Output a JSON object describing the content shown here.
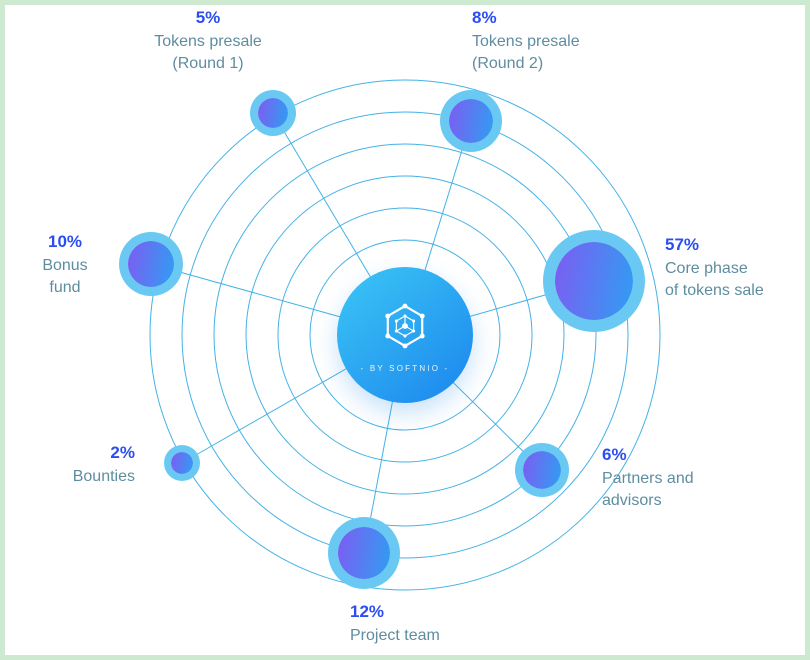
{
  "brand": {
    "byline": "- BY SOFTNIO -"
  },
  "colors": {
    "percent_text": "#2c4ef0",
    "label_text": "#5e8da0",
    "orbit_line": "#44b2e6",
    "node_halo": "#6ac9f3",
    "node_gradient_from": "#7d5cf2",
    "node_gradient_to": "#2f9ef2",
    "center_gradient_from": "#3cc7f5",
    "center_gradient_to": "#1b85ee",
    "frame": "#cde9cf"
  },
  "chart_data": {
    "type": "pie",
    "legend_position": "around-nodes",
    "segments": [
      {
        "value": 5,
        "pct": "5%",
        "label": "Tokens presale (Round 1)",
        "lines": [
          "Tokens presale",
          "(Round 1)"
        ]
      },
      {
        "value": 8,
        "pct": "8%",
        "label": "Tokens presale (Round 2)",
        "lines": [
          "Tokens presale",
          "(Round 2)"
        ]
      },
      {
        "value": 10,
        "pct": "10%",
        "label": "Bonus fund",
        "lines": [
          "Bonus",
          "fund"
        ]
      },
      {
        "value": 57,
        "pct": "57%",
        "label": "Core phase of tokens sale",
        "lines": [
          "Core phase",
          "of tokens sale"
        ]
      },
      {
        "value": 2,
        "pct": "2%",
        "label": "Bounties",
        "lines": [
          "Bounties"
        ]
      },
      {
        "value": 6,
        "pct": "6%",
        "label": "Partners and advisors",
        "lines": [
          "Partners and",
          "advisors"
        ]
      },
      {
        "value": 12,
        "pct": "12%",
        "label": "Project team",
        "lines": [
          "Project team"
        ]
      }
    ]
  }
}
